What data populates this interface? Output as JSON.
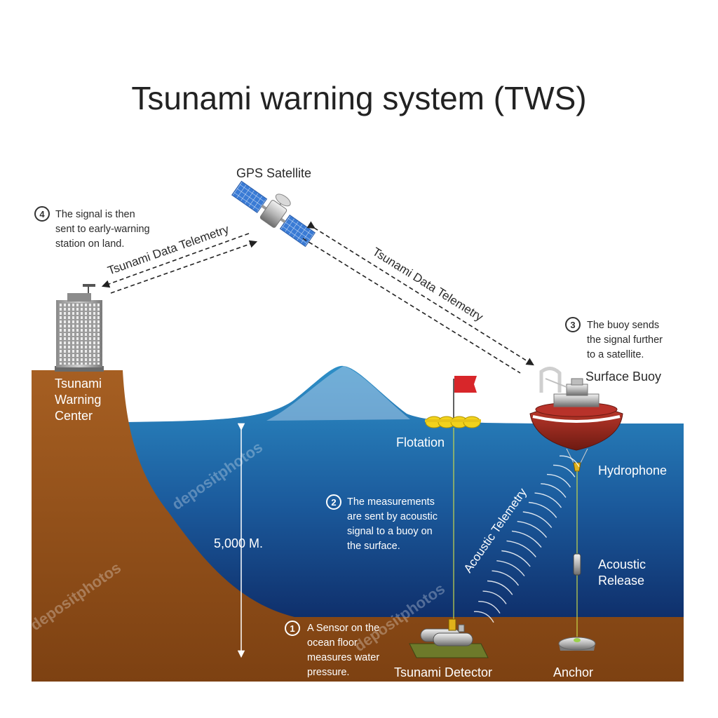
{
  "title": "Tsunami warning system (TWS)",
  "labels": {
    "gps_satellite": "GPS Satellite",
    "warning_center": [
      "Tsunami",
      "Warning",
      "Center"
    ],
    "surface_buoy": "Surface Buoy",
    "flotation": "Flotation",
    "hydrophone": "Hydrophone",
    "acoustic_release": [
      "Acoustic",
      "Release"
    ],
    "tsunami_detector": "Tsunami Detector",
    "anchor": "Anchor",
    "depth": "5,000 M."
  },
  "telemetry": {
    "left": "Tsunami Data Telemetry",
    "right": "Tsunami Data Telemetry",
    "acoustic": "Acoustic Telemetry"
  },
  "steps": [
    {
      "number": "1",
      "lines": [
        "A Sensor on the",
        "ocean floor",
        "measures water",
        "pressure."
      ]
    },
    {
      "number": "2",
      "lines": [
        "The measurements",
        "are sent by acoustic",
        "signal to a buoy on",
        "the surface."
      ]
    },
    {
      "number": "3",
      "lines": [
        "The buoy sends",
        "the signal further",
        "to a satellite."
      ]
    },
    {
      "number": "4",
      "lines": [
        "The signal is then",
        "sent to early-warning",
        "station on land."
      ]
    }
  ],
  "watermark": "depositphotos",
  "colors": {
    "ocean_top": "#2d8fc7",
    "ocean_bottom": "#0f2f6b",
    "land": "#9a5418",
    "buoy": "#a32e22",
    "flag": "#d8262a",
    "flotation": "#f2d21c"
  }
}
